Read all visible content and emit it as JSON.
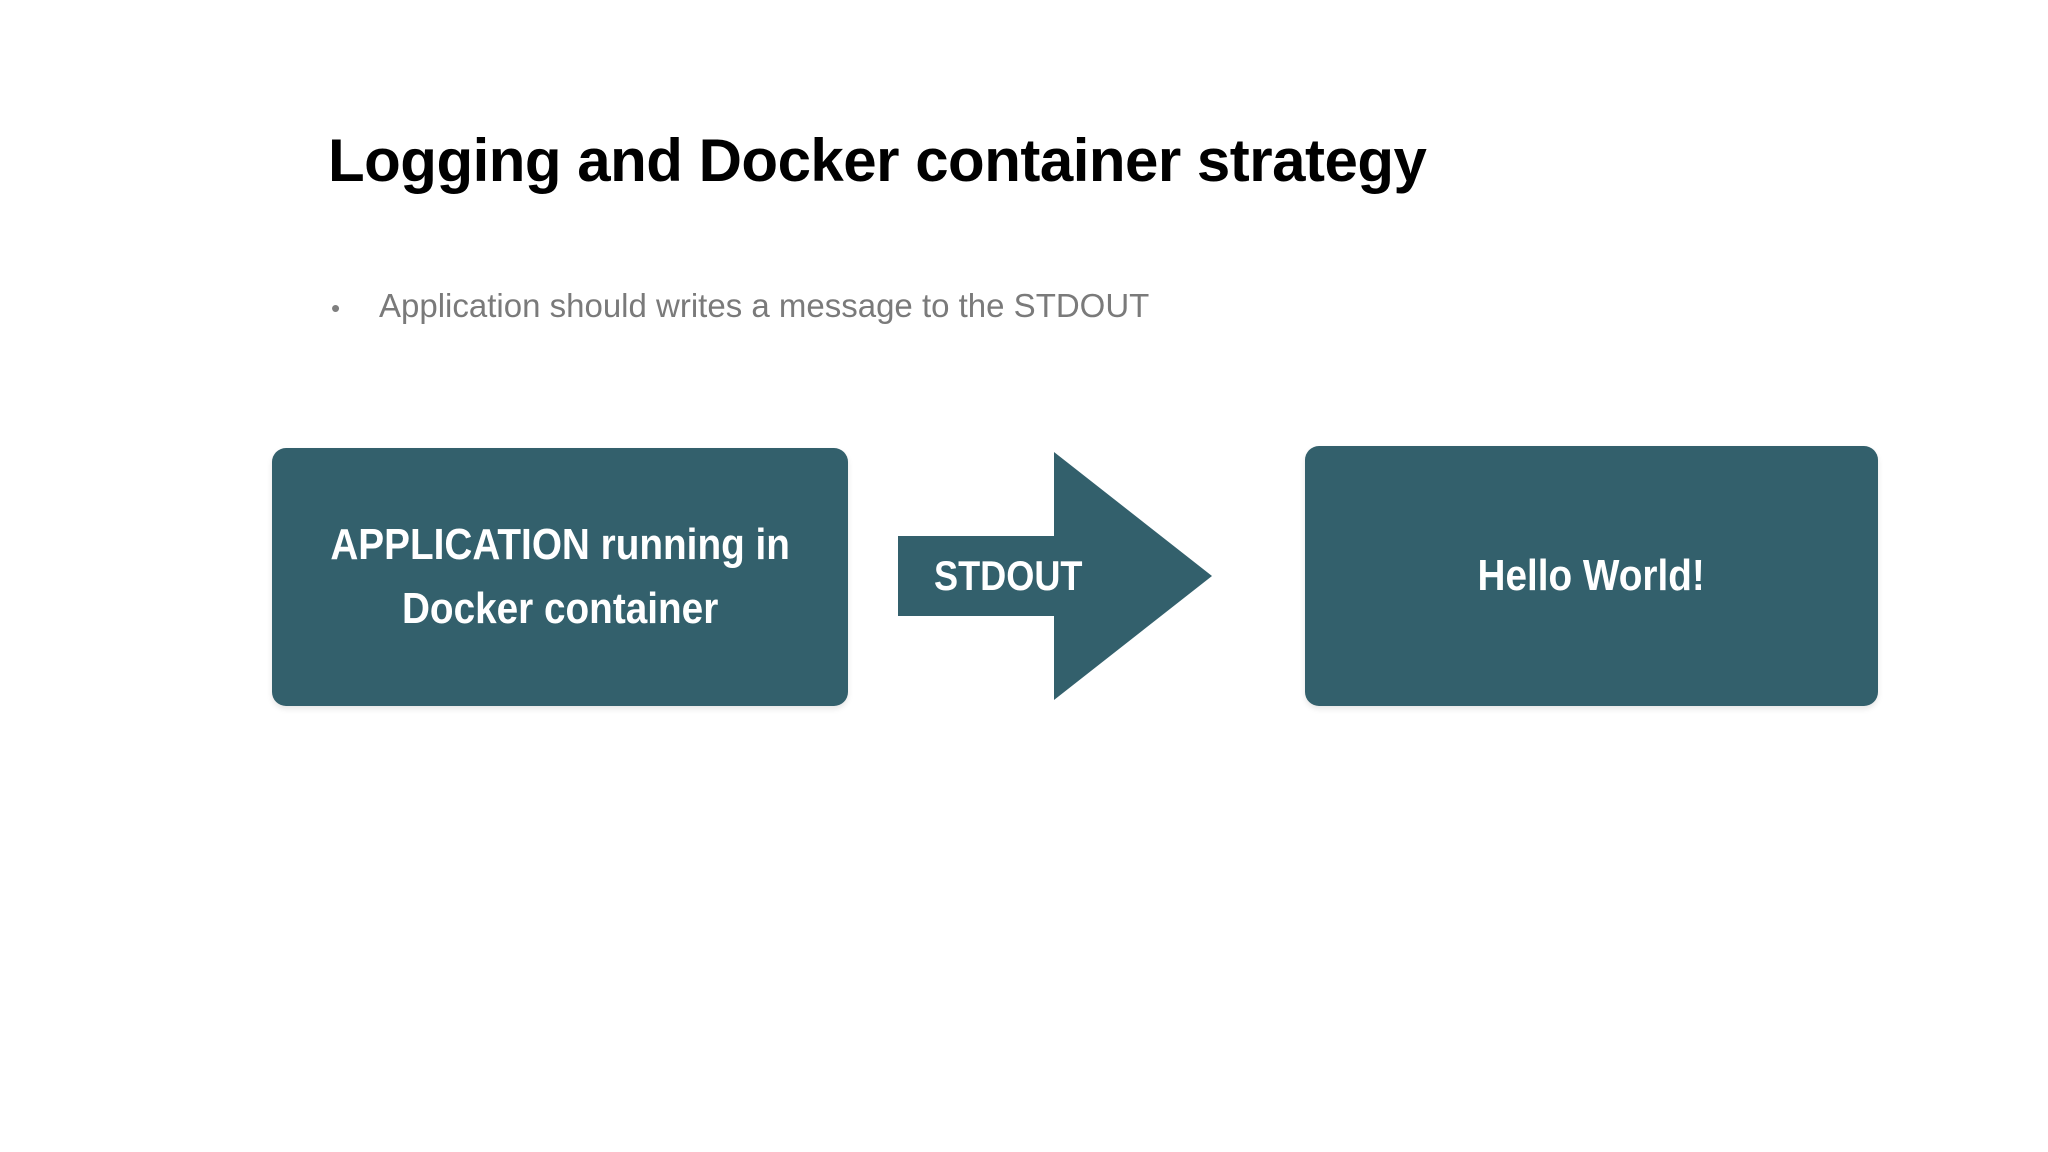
{
  "slide": {
    "title": "Logging and Docker container strategy",
    "background_color": "#ffffff",
    "title_color": "#000000"
  },
  "bullets": [
    {
      "marker": "•",
      "text": "Application should writes a message to the STDOUT",
      "color": "#7a7a7a"
    }
  ],
  "diagram": {
    "accent_color": "#33606C",
    "label_color": "#ffffff",
    "nodes": [
      {
        "id": "application",
        "label_line1": "APPLICATION running in",
        "label_line2": "Docker container",
        "shape": "rounded-rectangle"
      },
      {
        "id": "output",
        "label_line1": "Hello World!",
        "shape": "rounded-rectangle"
      }
    ],
    "connector": {
      "id": "stdout-arrow",
      "label": "STDOUT",
      "shape": "block-arrow-right",
      "direction": "right"
    }
  }
}
